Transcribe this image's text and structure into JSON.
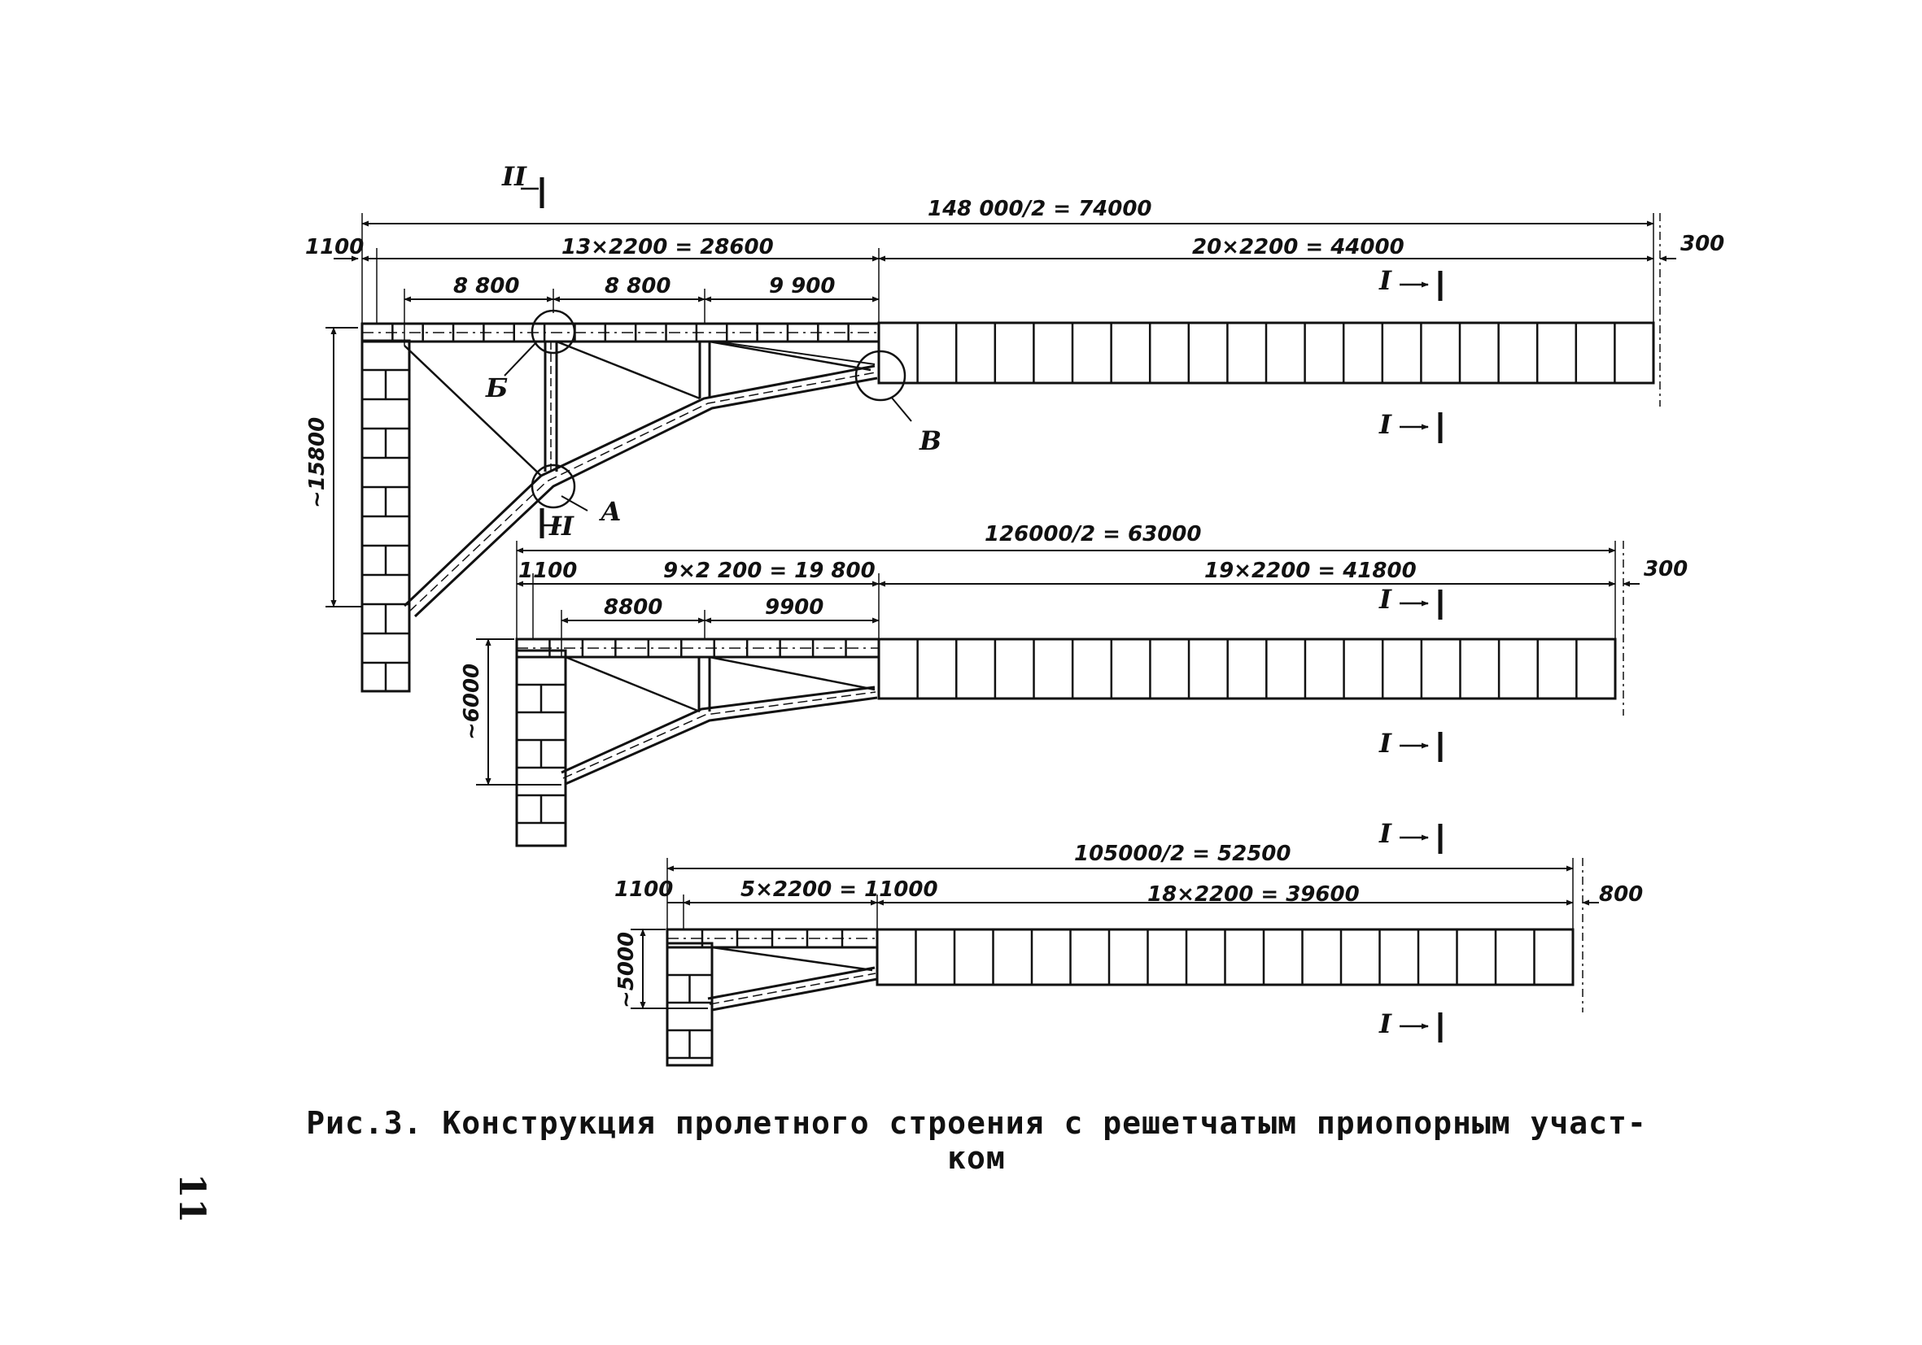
{
  "figure": {
    "caption_line1": "Рис.3. Конструкция пролетного строения с решетчатым приопорным участ-",
    "caption_line2": "ком",
    "page_number": "11"
  },
  "diagram_1": {
    "total": "148 000/2 = 74000",
    "left_offset": "1100",
    "lattice_span": "13×2200 = 28600",
    "girder_span": "20×2200 = 44000",
    "right_offset": "300",
    "panel_1": "8 800",
    "panel_2": "8 800",
    "panel_3": "9 900",
    "height": "~15800",
    "node_b": "Б",
    "node_a": "А",
    "node_v": "В",
    "section_i_top": "I",
    "section_i_bottom": "I",
    "section_ii_top": "II",
    "section_ii_bottom": "II"
  },
  "diagram_2": {
    "total": "126000/2 = 63000",
    "left_offset": "1100",
    "lattice_span": "9×2 200 = 19 800",
    "girder_span": "19×2200 = 41800",
    "right_offset": "300",
    "panel_1": "8800",
    "panel_2": "9900",
    "height": "~6000",
    "section_i_top": "I",
    "section_i_bottom": "I"
  },
  "diagram_3": {
    "total": "105000/2 = 52500",
    "left_offset": "1100",
    "lattice_span": "5×2200 = 11000",
    "girder_span": "18×2200 = 39600",
    "right_offset": "800",
    "height": "~5000",
    "section_i_top": "I",
    "section_i_bottom": "I"
  }
}
